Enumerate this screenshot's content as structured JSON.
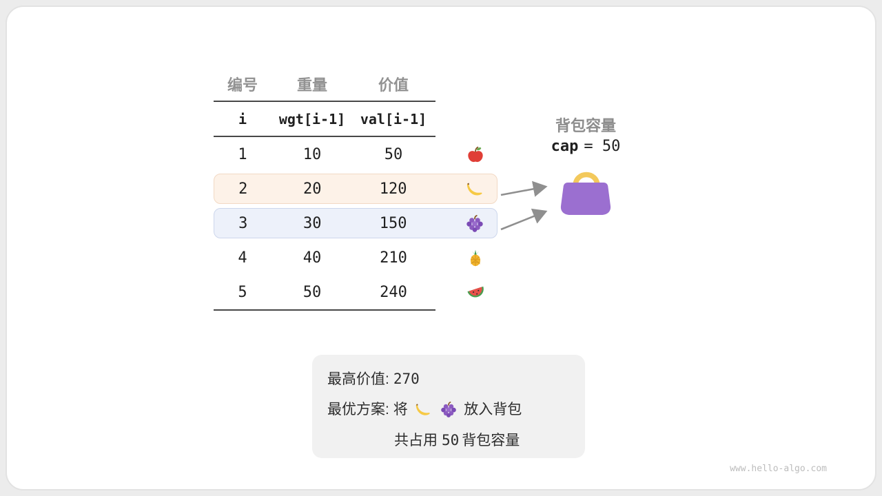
{
  "table": {
    "headers_cn": {
      "id": "编号",
      "weight": "重量",
      "value": "价值"
    },
    "headers_code": {
      "id": "i",
      "weight": "wgt[i-1]",
      "value": "val[i-1]"
    },
    "rows": [
      {
        "i": "1",
        "wgt": "10",
        "val": "50",
        "fruit": "apple",
        "highlight": "none"
      },
      {
        "i": "2",
        "wgt": "20",
        "val": "120",
        "fruit": "banana",
        "highlight": "orange"
      },
      {
        "i": "3",
        "wgt": "30",
        "val": "150",
        "fruit": "grapes",
        "highlight": "blue"
      },
      {
        "i": "4",
        "wgt": "40",
        "val": "210",
        "fruit": "pineapple",
        "highlight": "none"
      },
      {
        "i": "5",
        "wgt": "50",
        "val": "240",
        "fruit": "watermelon",
        "highlight": "none"
      }
    ]
  },
  "knapsack": {
    "title": "背包容量",
    "cap_code": "cap",
    "cap_rest": "= 50"
  },
  "result": {
    "max_value_label": "最高价值:",
    "max_value": "270",
    "plan_label": "最优方案:",
    "plan_prefix": "将",
    "plan_suffix": "放入背包",
    "usage_prefix": "共占用",
    "usage_value": "50",
    "usage_suffix": "背包容量"
  },
  "watermark": "www.hello-algo.com",
  "colors": {
    "highlight_orange_bg": "#fdf2e8",
    "highlight_orange_border": "#f2d9c4",
    "highlight_blue_bg": "#edf1fa",
    "highlight_blue_border": "#ccd6ec",
    "bag_body": "#9b6fd0",
    "bag_handle": "#f3c95c",
    "arrow": "#8f8f8f",
    "divider": "#474747"
  }
}
